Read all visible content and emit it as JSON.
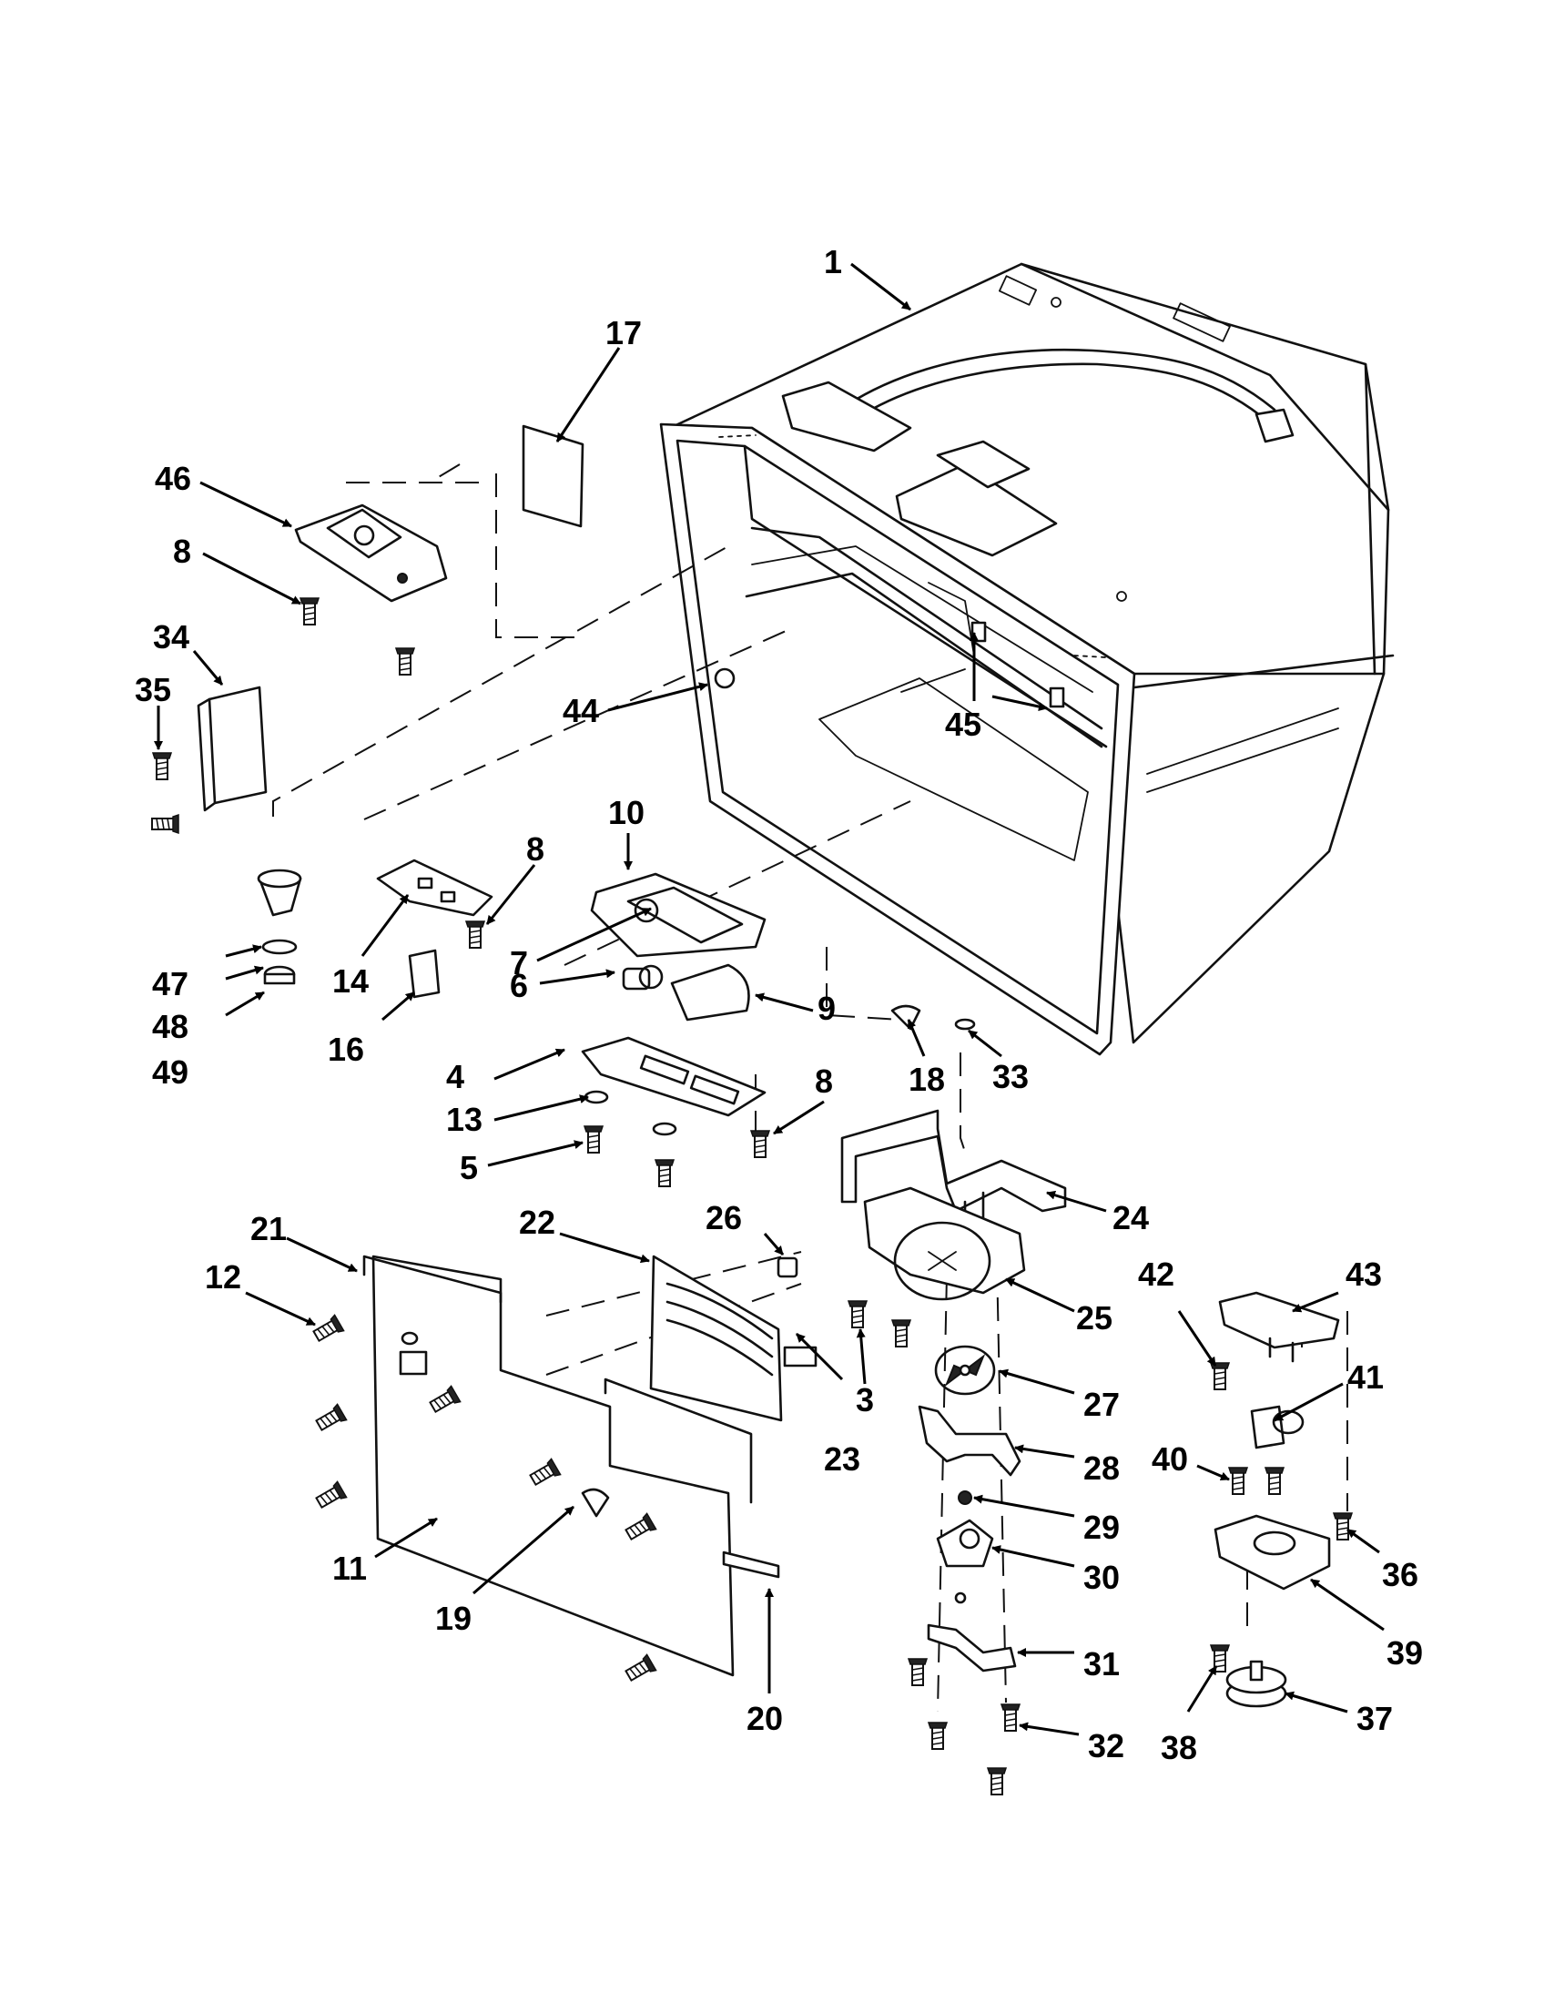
{
  "callouts": [
    {
      "id": "1",
      "label": "1"
    },
    {
      "id": "3",
      "label": "3"
    },
    {
      "id": "4",
      "label": "4"
    },
    {
      "id": "5",
      "label": "5"
    },
    {
      "id": "6",
      "label": "6"
    },
    {
      "id": "7",
      "label": "7"
    },
    {
      "id": "8a",
      "label": "8"
    },
    {
      "id": "8b",
      "label": "8"
    },
    {
      "id": "8c",
      "label": "8"
    },
    {
      "id": "9",
      "label": "9"
    },
    {
      "id": "10",
      "label": "10"
    },
    {
      "id": "11",
      "label": "11"
    },
    {
      "id": "12",
      "label": "12"
    },
    {
      "id": "13",
      "label": "13"
    },
    {
      "id": "14",
      "label": "14"
    },
    {
      "id": "16",
      "label": "16"
    },
    {
      "id": "17",
      "label": "17"
    },
    {
      "id": "18",
      "label": "18"
    },
    {
      "id": "19",
      "label": "19"
    },
    {
      "id": "20",
      "label": "20"
    },
    {
      "id": "21",
      "label": "21"
    },
    {
      "id": "22",
      "label": "22"
    },
    {
      "id": "23",
      "label": "23"
    },
    {
      "id": "24",
      "label": "24"
    },
    {
      "id": "25",
      "label": "25"
    },
    {
      "id": "26",
      "label": "26"
    },
    {
      "id": "27",
      "label": "27"
    },
    {
      "id": "28",
      "label": "28"
    },
    {
      "id": "29",
      "label": "29"
    },
    {
      "id": "30",
      "label": "30"
    },
    {
      "id": "31",
      "label": "31"
    },
    {
      "id": "32",
      "label": "32"
    },
    {
      "id": "33",
      "label": "33"
    },
    {
      "id": "34",
      "label": "34"
    },
    {
      "id": "35",
      "label": "35"
    },
    {
      "id": "36",
      "label": "36"
    },
    {
      "id": "37",
      "label": "37"
    },
    {
      "id": "38",
      "label": "38"
    },
    {
      "id": "39",
      "label": "39"
    },
    {
      "id": "40",
      "label": "40"
    },
    {
      "id": "41",
      "label": "41"
    },
    {
      "id": "42",
      "label": "42"
    },
    {
      "id": "43",
      "label": "43"
    },
    {
      "id": "44",
      "label": "44"
    },
    {
      "id": "45",
      "label": "45"
    },
    {
      "id": "46",
      "label": "46"
    },
    {
      "id": "47",
      "label": "47"
    },
    {
      "id": "48",
      "label": "48"
    },
    {
      "id": "49",
      "label": "49"
    }
  ]
}
